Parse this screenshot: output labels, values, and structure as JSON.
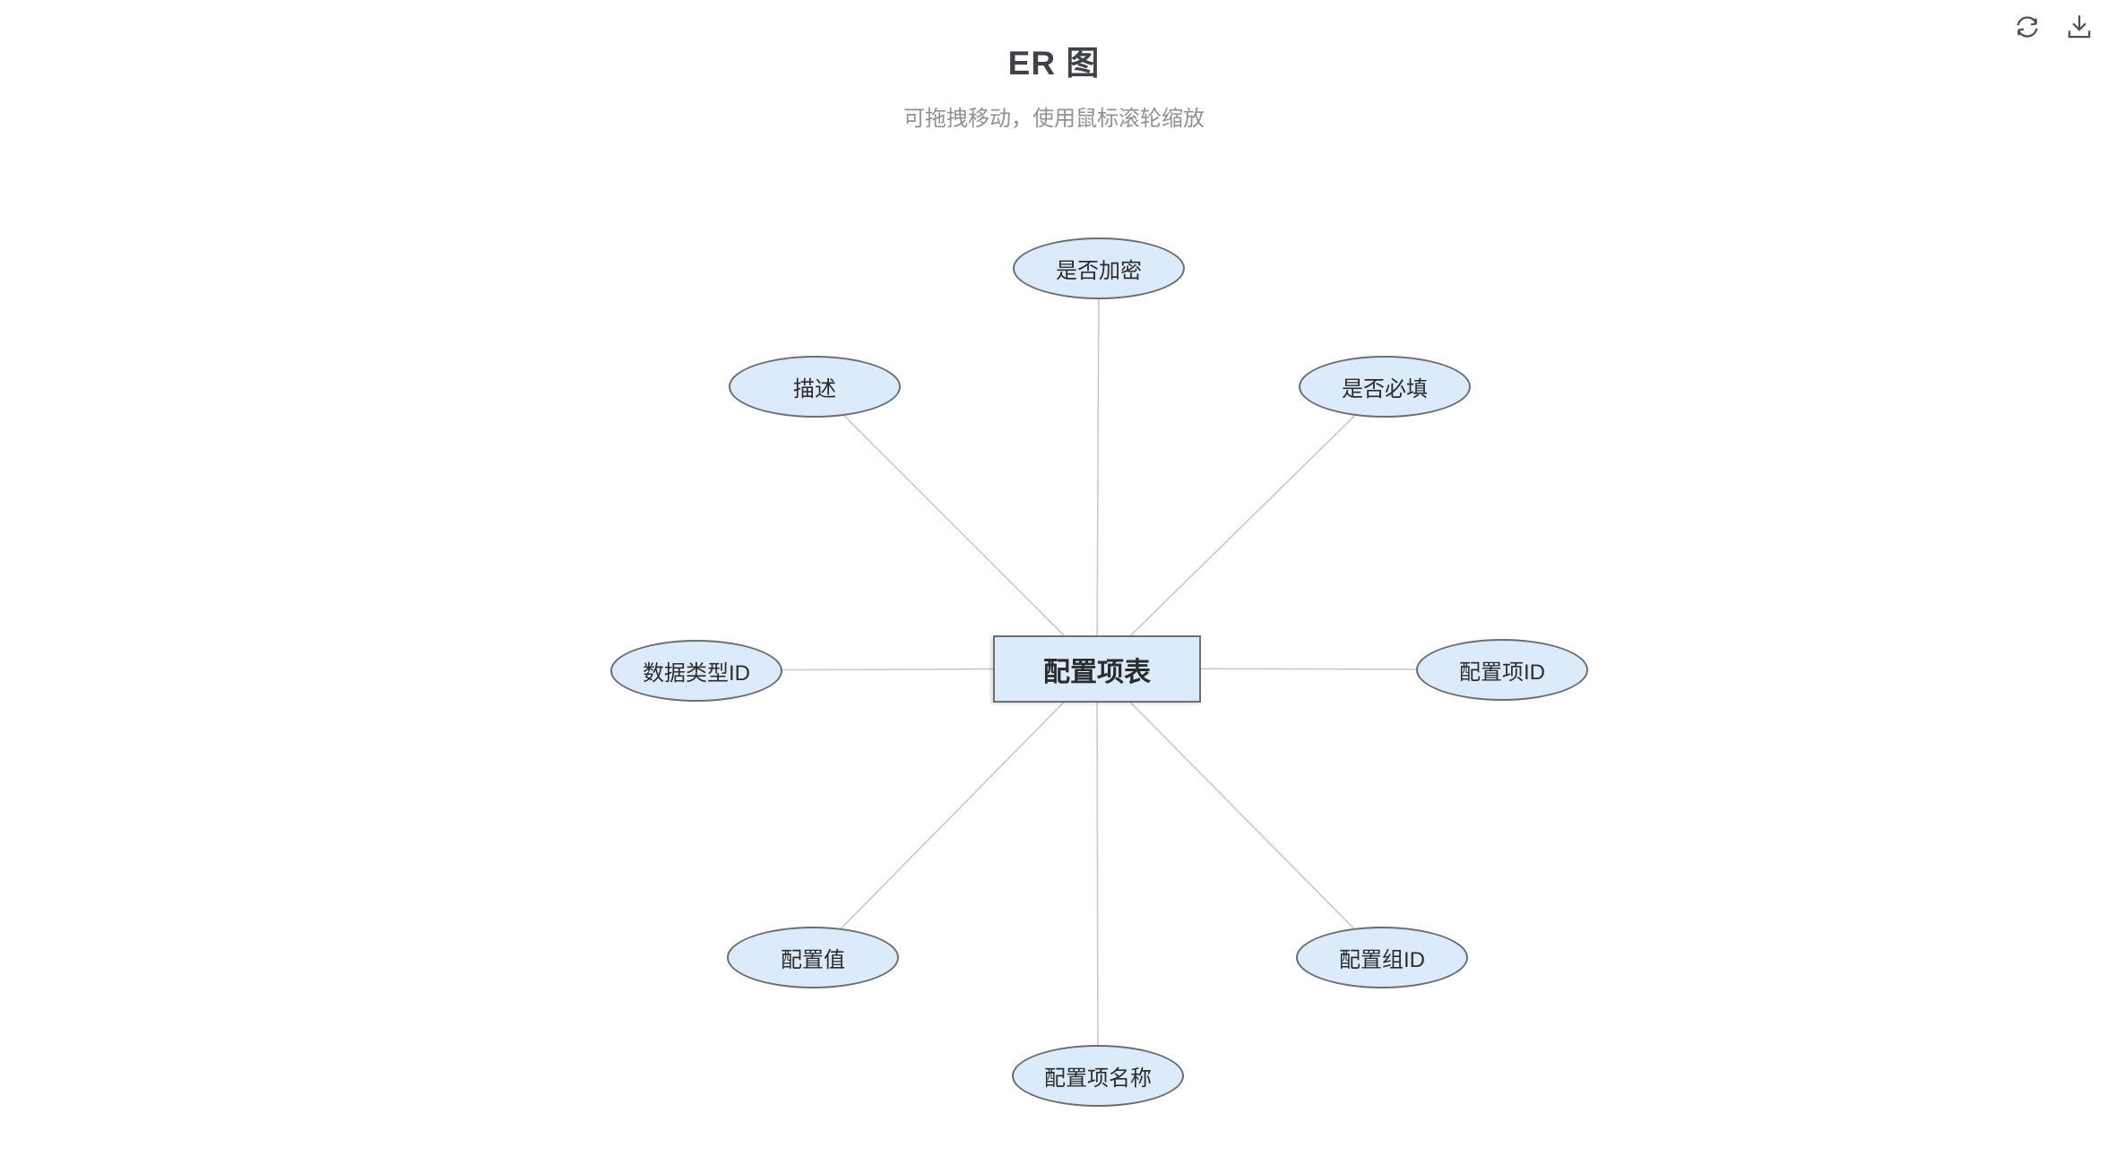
{
  "header": {
    "title": "ER 图",
    "subtitle": "可拖拽移动，使用鼠标滚轮缩放"
  },
  "toolbar": {
    "refresh_icon": "refresh-circular-arrows",
    "download_icon": "download-arrow-tray"
  },
  "colors": {
    "node_fill": "#dcebfb",
    "node_border": "#6d6e70",
    "edge": "#c9c9c9",
    "title_text": "#3f4347",
    "subtitle_text": "#8e9298",
    "icon": "#4d4f52"
  },
  "diagram": {
    "type": "er-diagram",
    "entity": {
      "label": "配置项表"
    },
    "attributes": [
      {
        "label": "是否加密",
        "position": "top"
      },
      {
        "label": "描述",
        "position": "top-left"
      },
      {
        "label": "是否必填",
        "position": "top-right"
      },
      {
        "label": "数据类型ID",
        "position": "left"
      },
      {
        "label": "配置项ID",
        "position": "right"
      },
      {
        "label": "配置值",
        "position": "bottom-left"
      },
      {
        "label": "配置组ID",
        "position": "bottom-right"
      },
      {
        "label": "配置项名称",
        "position": "bottom"
      }
    ]
  }
}
